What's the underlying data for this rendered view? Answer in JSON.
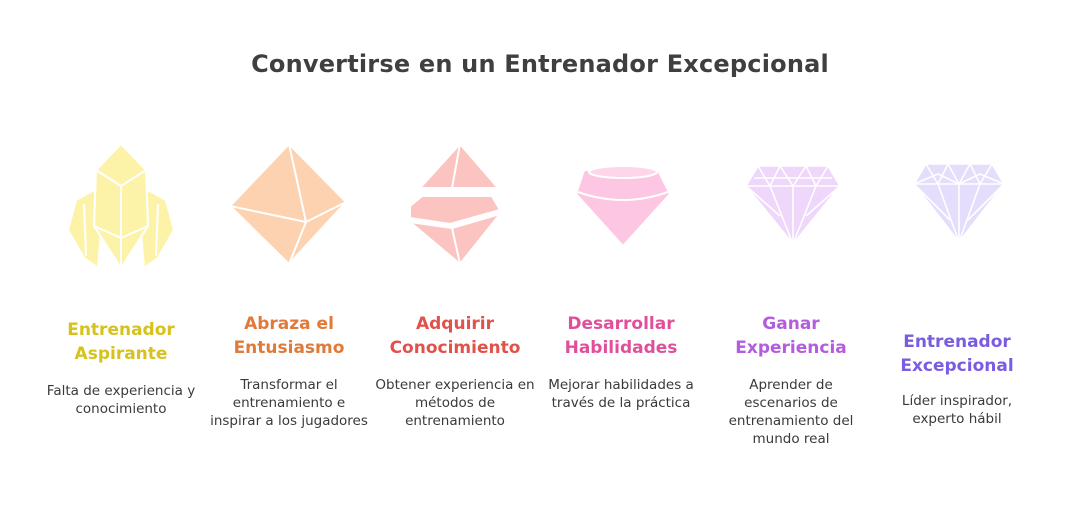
{
  "title": "Convertirse en un Entrenador Excepcional",
  "stages": [
    {
      "title": "Entrenador Aspirante",
      "desc": "Falta de experiencia y conocimiento",
      "color": "#d6c21a",
      "icon": "crystal-cluster-icon"
    },
    {
      "title": "Abraza el Entusiasmo",
      "desc": "Transformar el entrenamiento e inspirar a los jugadores",
      "color": "#e07a3a",
      "icon": "octahedron-icon"
    },
    {
      "title": "Adquirir Conocimiento",
      "desc": "Obtener experiencia en métodos de entrenamiento",
      "color": "#e0524a",
      "icon": "split-gem-icon"
    },
    {
      "title": "Desarrollar Habilidades",
      "desc": "Mejorar habilidades a través de la práctica",
      "color": "#e0509a",
      "icon": "polished-gem-icon"
    },
    {
      "title": "Ganar Experiencia",
      "desc": "Aprender de escenarios de entrenamiento del mundo real",
      "color": "#b45ce0",
      "icon": "faceted-gem-icon"
    },
    {
      "title": "Entrenador Excepcional",
      "desc": "Líder inspirador, experto hábil",
      "color": "#7a5ce0",
      "icon": "brilliant-diamond-icon"
    }
  ]
}
